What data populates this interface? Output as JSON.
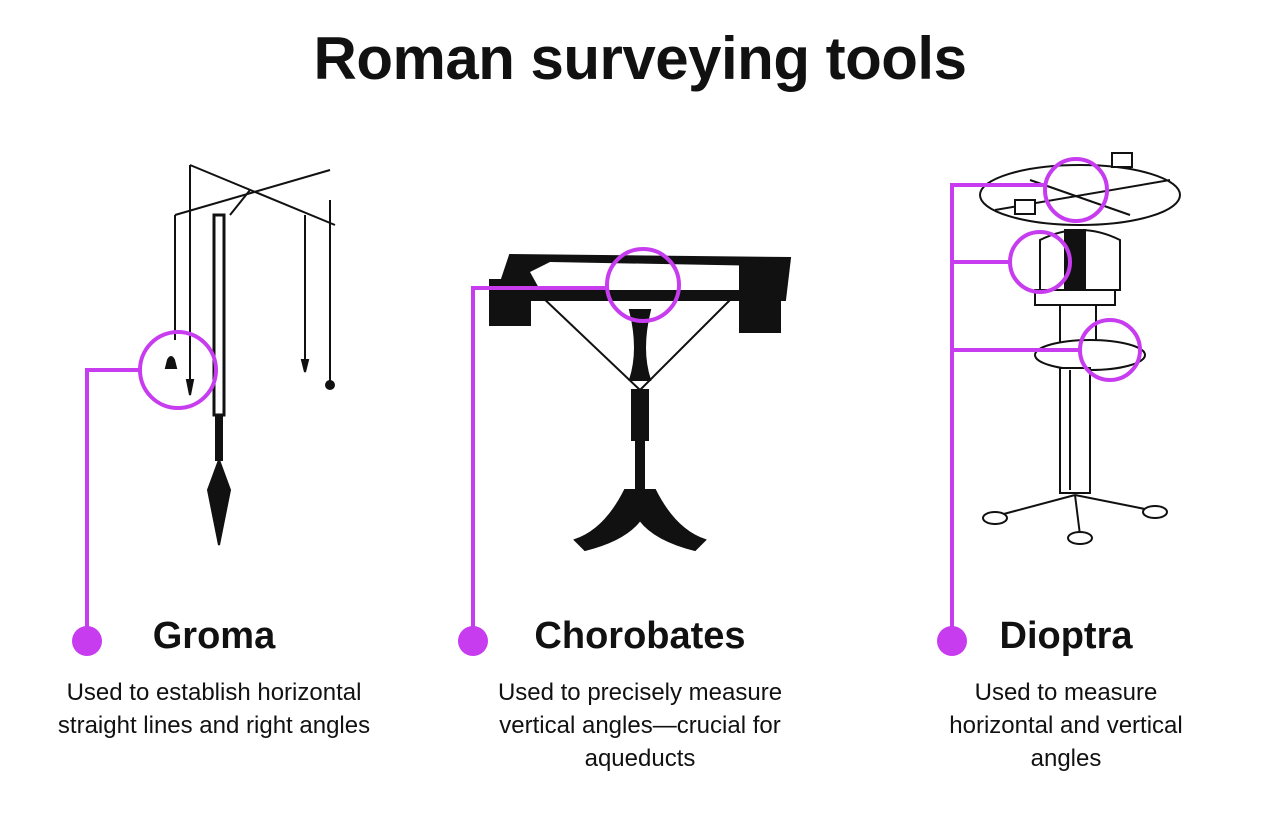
{
  "title": "Roman surveying tools",
  "accent_color": "#c83cf0",
  "tools": [
    {
      "name": "Groma",
      "description": "Used to establish horizontal straight lines and right angles"
    },
    {
      "name": "Chorobates",
      "description": "Used to precisely measure vertical angles—crucial for aqueducts"
    },
    {
      "name": "Dioptra",
      "description": "Used to measure horizontal and vertical angles"
    }
  ]
}
